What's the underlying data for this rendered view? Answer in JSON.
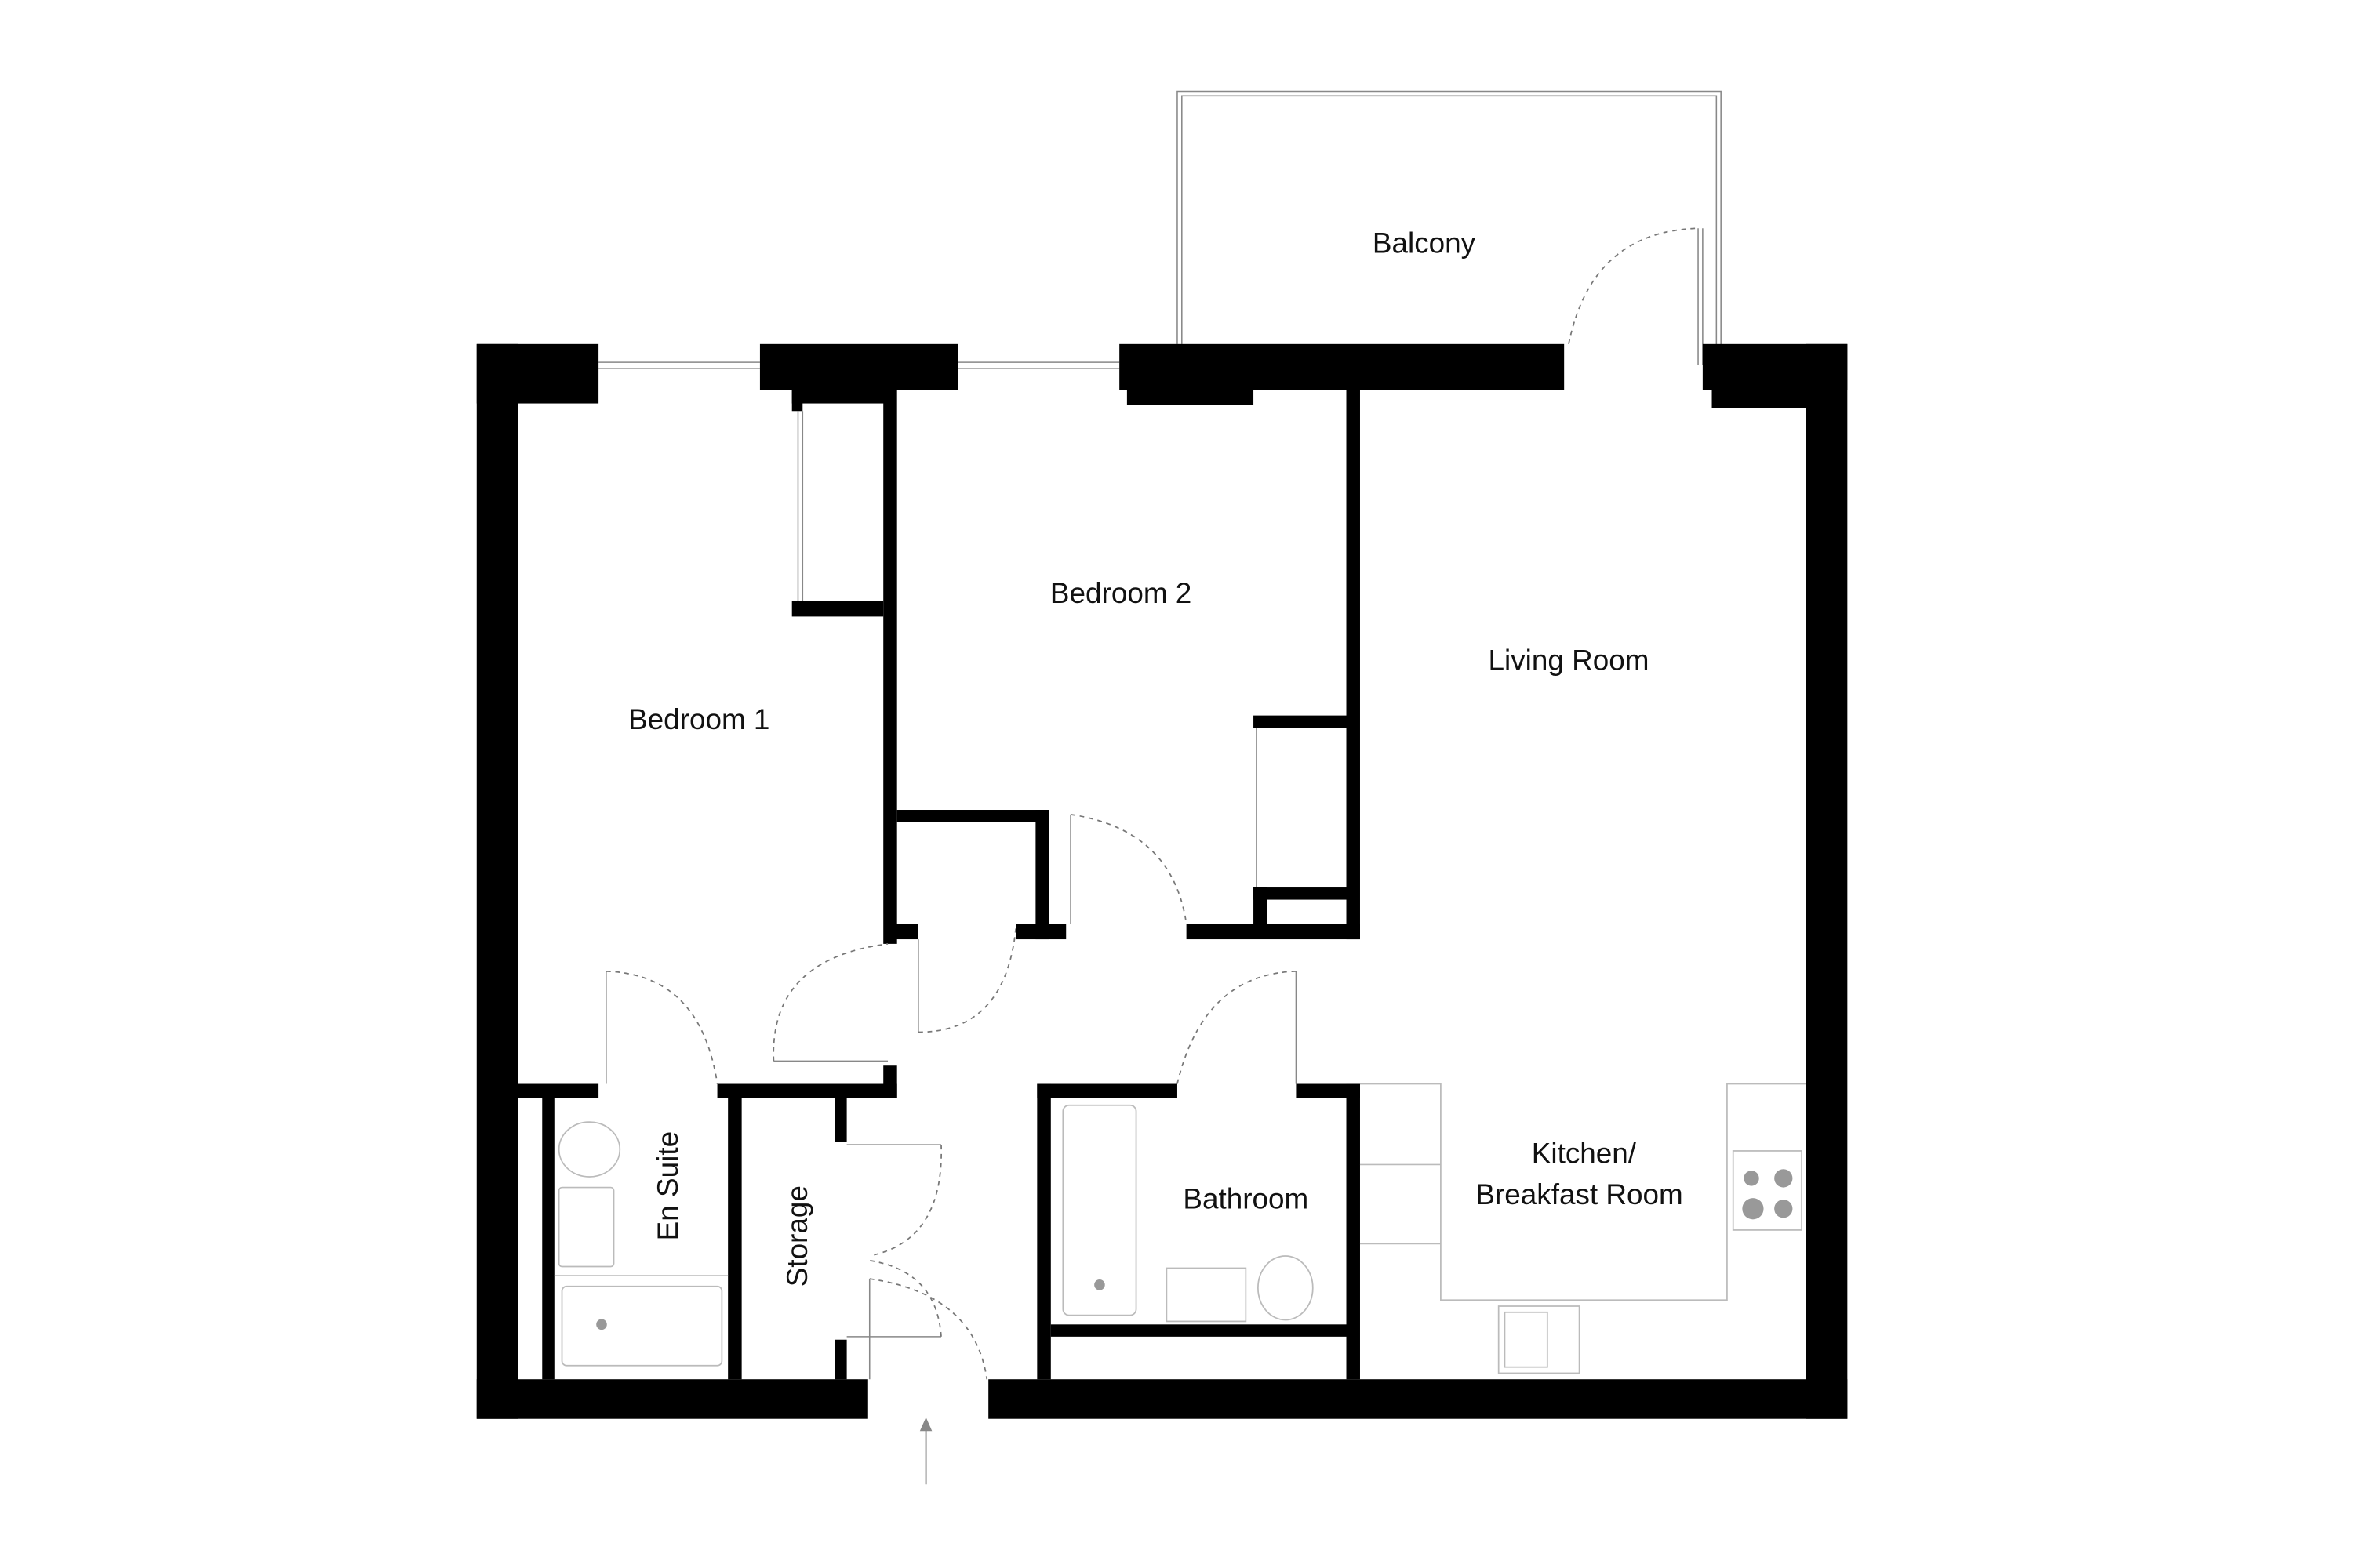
{
  "rooms": {
    "balcony": "Balcony",
    "bedroom1": "Bedroom 1",
    "bedroom2": "Bedroom 2",
    "living": "Living Room",
    "kitchen_line1": "Kitchen/",
    "kitchen_line2": "Breakfast Room",
    "ensuite": "En Suite",
    "storage": "Storage",
    "bathroom": "Bathroom"
  },
  "colors": {
    "wall": "#000000",
    "fixture": "#bbbbbb",
    "door_swing": "#777777"
  },
  "icons": [
    "entrance-arrow-icon",
    "hob-icon",
    "sink-icon",
    "toilet-icon",
    "bath-icon"
  ]
}
